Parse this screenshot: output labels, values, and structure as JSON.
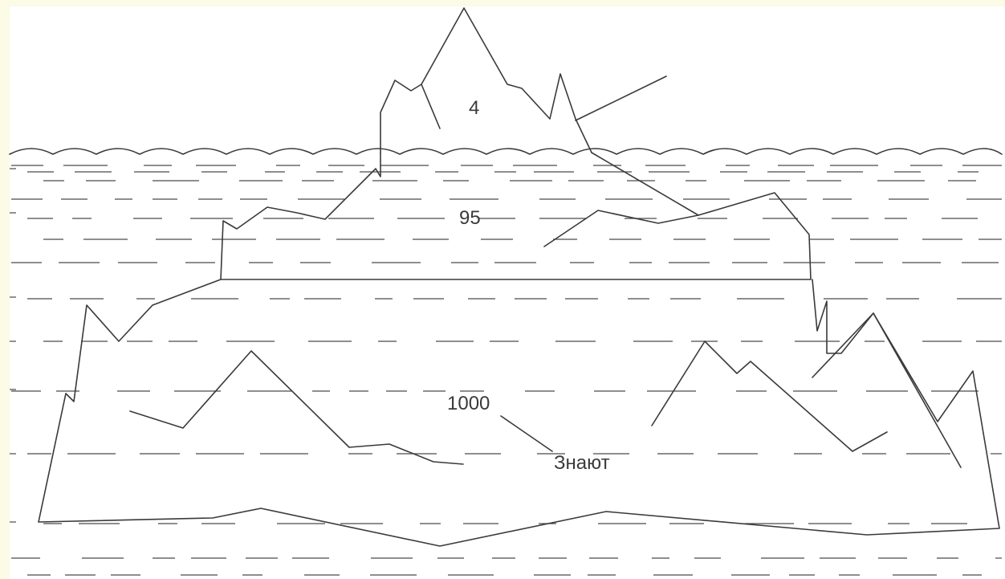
{
  "diagram": {
    "labels": {
      "tip": "4",
      "middle": "95",
      "base": "1000",
      "pointer": "Знают"
    },
    "colors": {
      "background": "#fbfbe6",
      "paper": "#ffffff",
      "ink": "#3a3a3a"
    }
  }
}
